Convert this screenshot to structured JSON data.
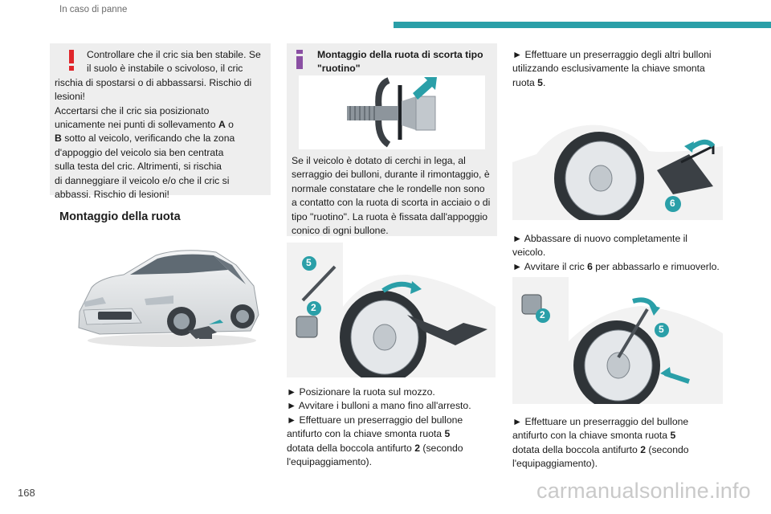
{
  "header": {
    "section": "In caso di panne"
  },
  "page_number": "168",
  "watermark": "carmanualsonline.info",
  "warning": {
    "lines": [
      "Controllare che il cric sia ben stabile. Se",
      "il suolo è instabile o scivoloso, il cric",
      "rischia di spostarsi o di abbassarsi. Rischio di",
      "lesioni!",
      "Accertarsi che il cric sia posizionato",
      "unicamente nei punti di sollevamento ",
      "A",
      " o",
      "B",
      " sotto al veicolo, verificando che la zona",
      "d'appoggio del veicolo sia ben centrata",
      "sulla testa del cric. Altrimenti, si rischia",
      "di danneggiare il veicolo e/o che il cric si",
      "abbassi. Rischio di lesioni!"
    ]
  },
  "section_title": "Montaggio della ruota",
  "info": {
    "title_lines": [
      "Montaggio della ruota di scorta tipo",
      "\"ruotino\""
    ],
    "body_lines": [
      "Se il veicolo è dotato di cerchi in lega, al",
      "serraggio dei bulloni, durante il rimontaggio, è",
      "normale constatare che le rondelle non sono",
      "a contatto con la ruota di scorta in acciaio o di",
      "tipo \"ruotino\". La ruota è fissata dall'appoggio",
      "conico di ogni bullone."
    ]
  },
  "figures": {
    "fig_a": {
      "callouts": [
        "5",
        "2"
      ]
    },
    "fig_b": {
      "callouts": [
        "6"
      ]
    },
    "fig_c": {
      "callouts": [
        "2",
        "5"
      ]
    }
  },
  "steps_middle": {
    "l1": "► Posizionare la ruota sul mozzo.",
    "l2": "► Avvitare i bulloni a mano fino all'arresto.",
    "l3": "► Effettuare un preserraggio del bullone",
    "l4a": "antifurto con la chiave smonta ruota ",
    "l4b": "5",
    "l5a": "dotata della boccola antifurto ",
    "l5b": "2",
    "l5c": " (secondo",
    "l6": "l'equipaggiamento)."
  },
  "steps_right_top": {
    "l1": "► Effettuare un preserraggio degli altri bulloni",
    "l2": "utilizzando esclusivamente la chiave smonta",
    "l3a": "ruota ",
    "l3b": "5",
    "l3c": "."
  },
  "steps_right_mid": {
    "l1": "► Abbassare di nuovo completamente il",
    "l2": "veicolo.",
    "l3a": "► Avvitare il cric ",
    "l3b": "6",
    "l3c": " per abbassarlo e rimuoverlo."
  },
  "steps_right_bottom": {
    "l1": "► Effettuare un preserraggio del bullone",
    "l2a": "antifurto con la chiave smonta ruota ",
    "l2b": "5",
    "l3a": "dotata della boccola antifurto ",
    "l3b": "2",
    "l3c": " (secondo",
    "l4": "l'equipaggiamento)."
  },
  "colors": {
    "accent_teal": "#2a9fa8",
    "warning_red": "#e0262b",
    "info_purple": "#8a4fa3",
    "callout_teal": "#2a9fa8"
  }
}
